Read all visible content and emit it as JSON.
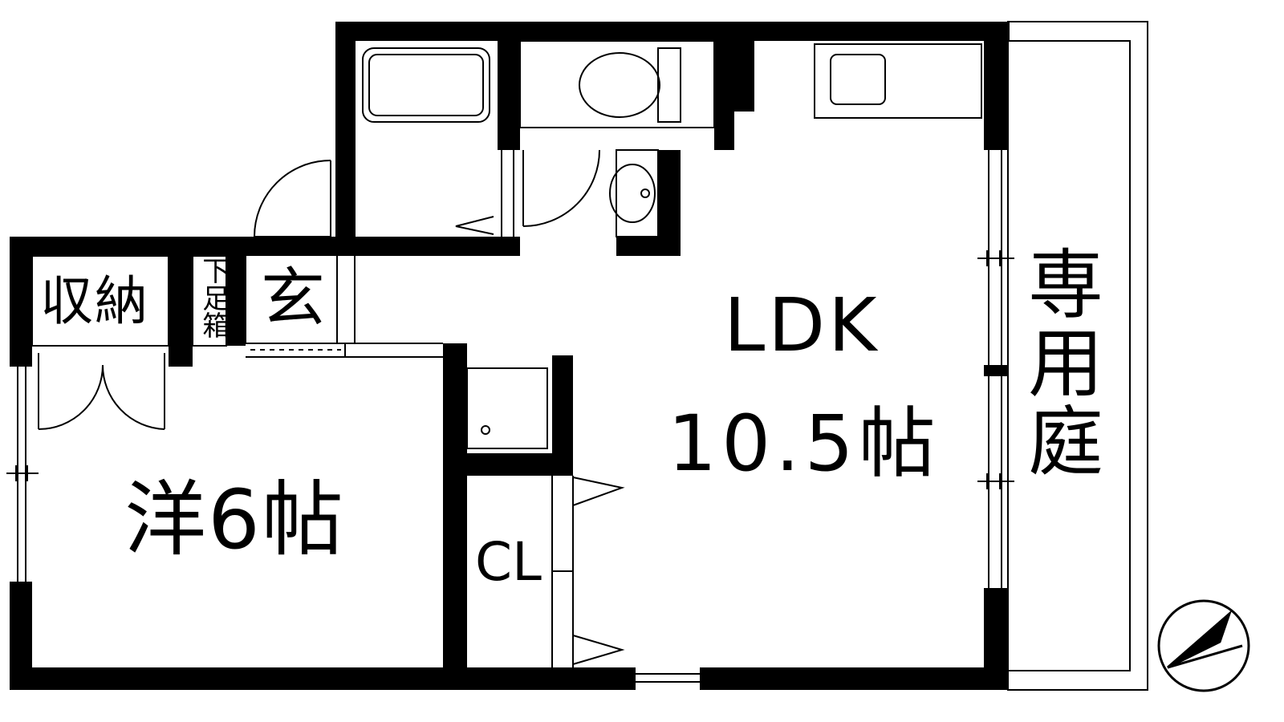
{
  "rooms": {
    "storage": "収納",
    "shoebox": "下足箱",
    "entrance": "玄",
    "ldk_name": "LDK",
    "ldk_size": "10.5帖",
    "western": "洋6帖",
    "closet": "CL",
    "private_garden": "専用庭"
  },
  "colors": {
    "wall": "#000000",
    "line": "#000000",
    "background": "#ffffff"
  }
}
